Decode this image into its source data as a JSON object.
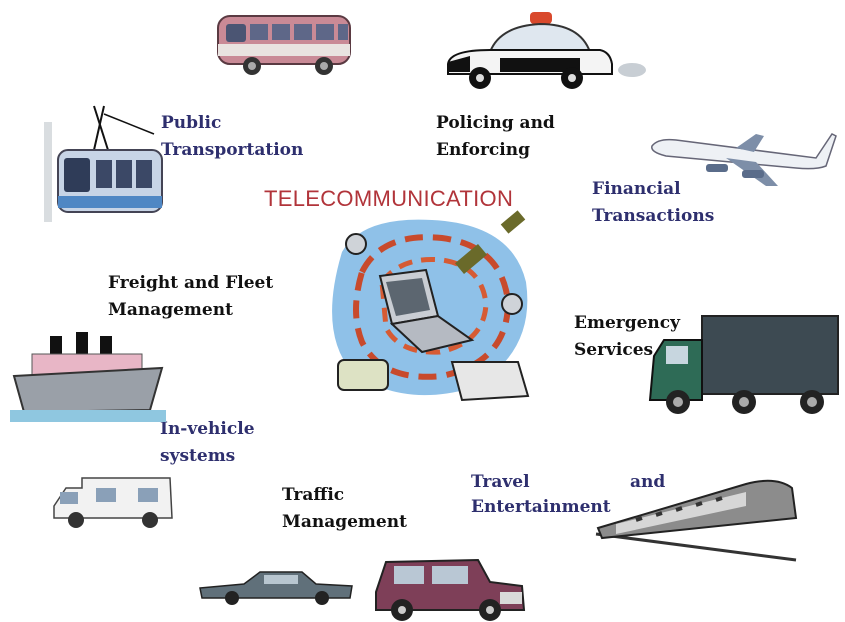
{
  "title": "TELECOMMUNICATION",
  "labels": {
    "public_transport": [
      "Public",
      "Transportation"
    ],
    "policing": [
      "Policing and",
      "Enforcing"
    ],
    "financial": [
      "Financial",
      "Transactions"
    ],
    "freight": [
      "Freight and Fleet",
      "Management"
    ],
    "emergency": [
      "Emergency",
      "Services"
    ],
    "invehicle": [
      "In-vehicle",
      "systems"
    ],
    "traffic": [
      "Traffic",
      "Management"
    ],
    "travel": [
      "Travel",
      "and",
      "Entertainment"
    ]
  },
  "colors": {
    "title": "#b1343a",
    "navy_label": "#2e2f6e",
    "dark_label": "#111111"
  },
  "icons": [
    "bus-icon",
    "police-car-icon",
    "tram-icon",
    "airplane-icon",
    "central-telecom-icon",
    "cruise-ship-icon",
    "truck-icon",
    "camper-van-icon",
    "train-icon",
    "sedan-icon",
    "classic-van-icon"
  ]
}
